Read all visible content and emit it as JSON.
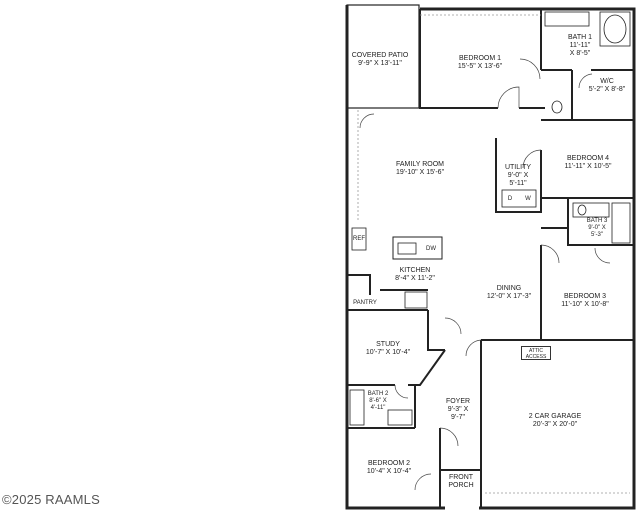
{
  "rooms": {
    "covered_patio": {
      "name": "COVERED PATIO",
      "dims": "9'-9\" X 13'-11\""
    },
    "bedroom1": {
      "name": "BEDROOM 1",
      "dims": "15'-5\" X 13'-6\""
    },
    "bath1": {
      "name": "BATH 1",
      "dims1": "11'-11\"",
      "dims2": "X 8'-5\""
    },
    "wic": {
      "name": "W/C",
      "dims": "5'-2\" X 8'-8\""
    },
    "family_room": {
      "name": "FAMILY ROOM",
      "dims": "19'-10\" X 15'-6\""
    },
    "utility": {
      "name": "UTILITY",
      "dims1": "9'-0\" X",
      "dims2": "5'-11\""
    },
    "bedroom4": {
      "name": "BEDROOM 4",
      "dims": "11'-11\" X 10'-5\""
    },
    "bath3": {
      "name": "BATH 3",
      "dims1": "9'-0\" X",
      "dims2": "5'-3\""
    },
    "kitchen": {
      "name": "KITCHEN",
      "dims": "8'-4\" X 11'-2\""
    },
    "dining": {
      "name": "DINING",
      "dims": "12'-0\" X 17'-3\""
    },
    "bedroom3": {
      "name": "BEDROOM 3",
      "dims": "11'-10\" X 10'-8\""
    },
    "pantry": {
      "name": "PANTRY"
    },
    "study": {
      "name": "STUDY",
      "dims": "10'-7\" X 10'-4\""
    },
    "bath2": {
      "name": "BATH 2",
      "dims1": "8'-6\" X",
      "dims2": "4'-11\""
    },
    "foyer": {
      "name": "FOYER",
      "dims1": "9'-3\" X",
      "dims2": "9'-7\""
    },
    "garage": {
      "name": "2 CAR GARAGE",
      "dims": "20'-3\" X 20'-0\""
    },
    "bedroom2": {
      "name": "BEDROOM 2",
      "dims": "10'-4\" X 10'-4\""
    },
    "front_porch": {
      "name1": "FRONT",
      "name2": "PORCH"
    }
  },
  "fixtures": {
    "ref": "REF",
    "dw": "DW",
    "dryer": "D",
    "washer": "W",
    "attic_access1": "ATTIC",
    "attic_access2": "ACCESS"
  },
  "copyright": "©2025 RAAMLS"
}
